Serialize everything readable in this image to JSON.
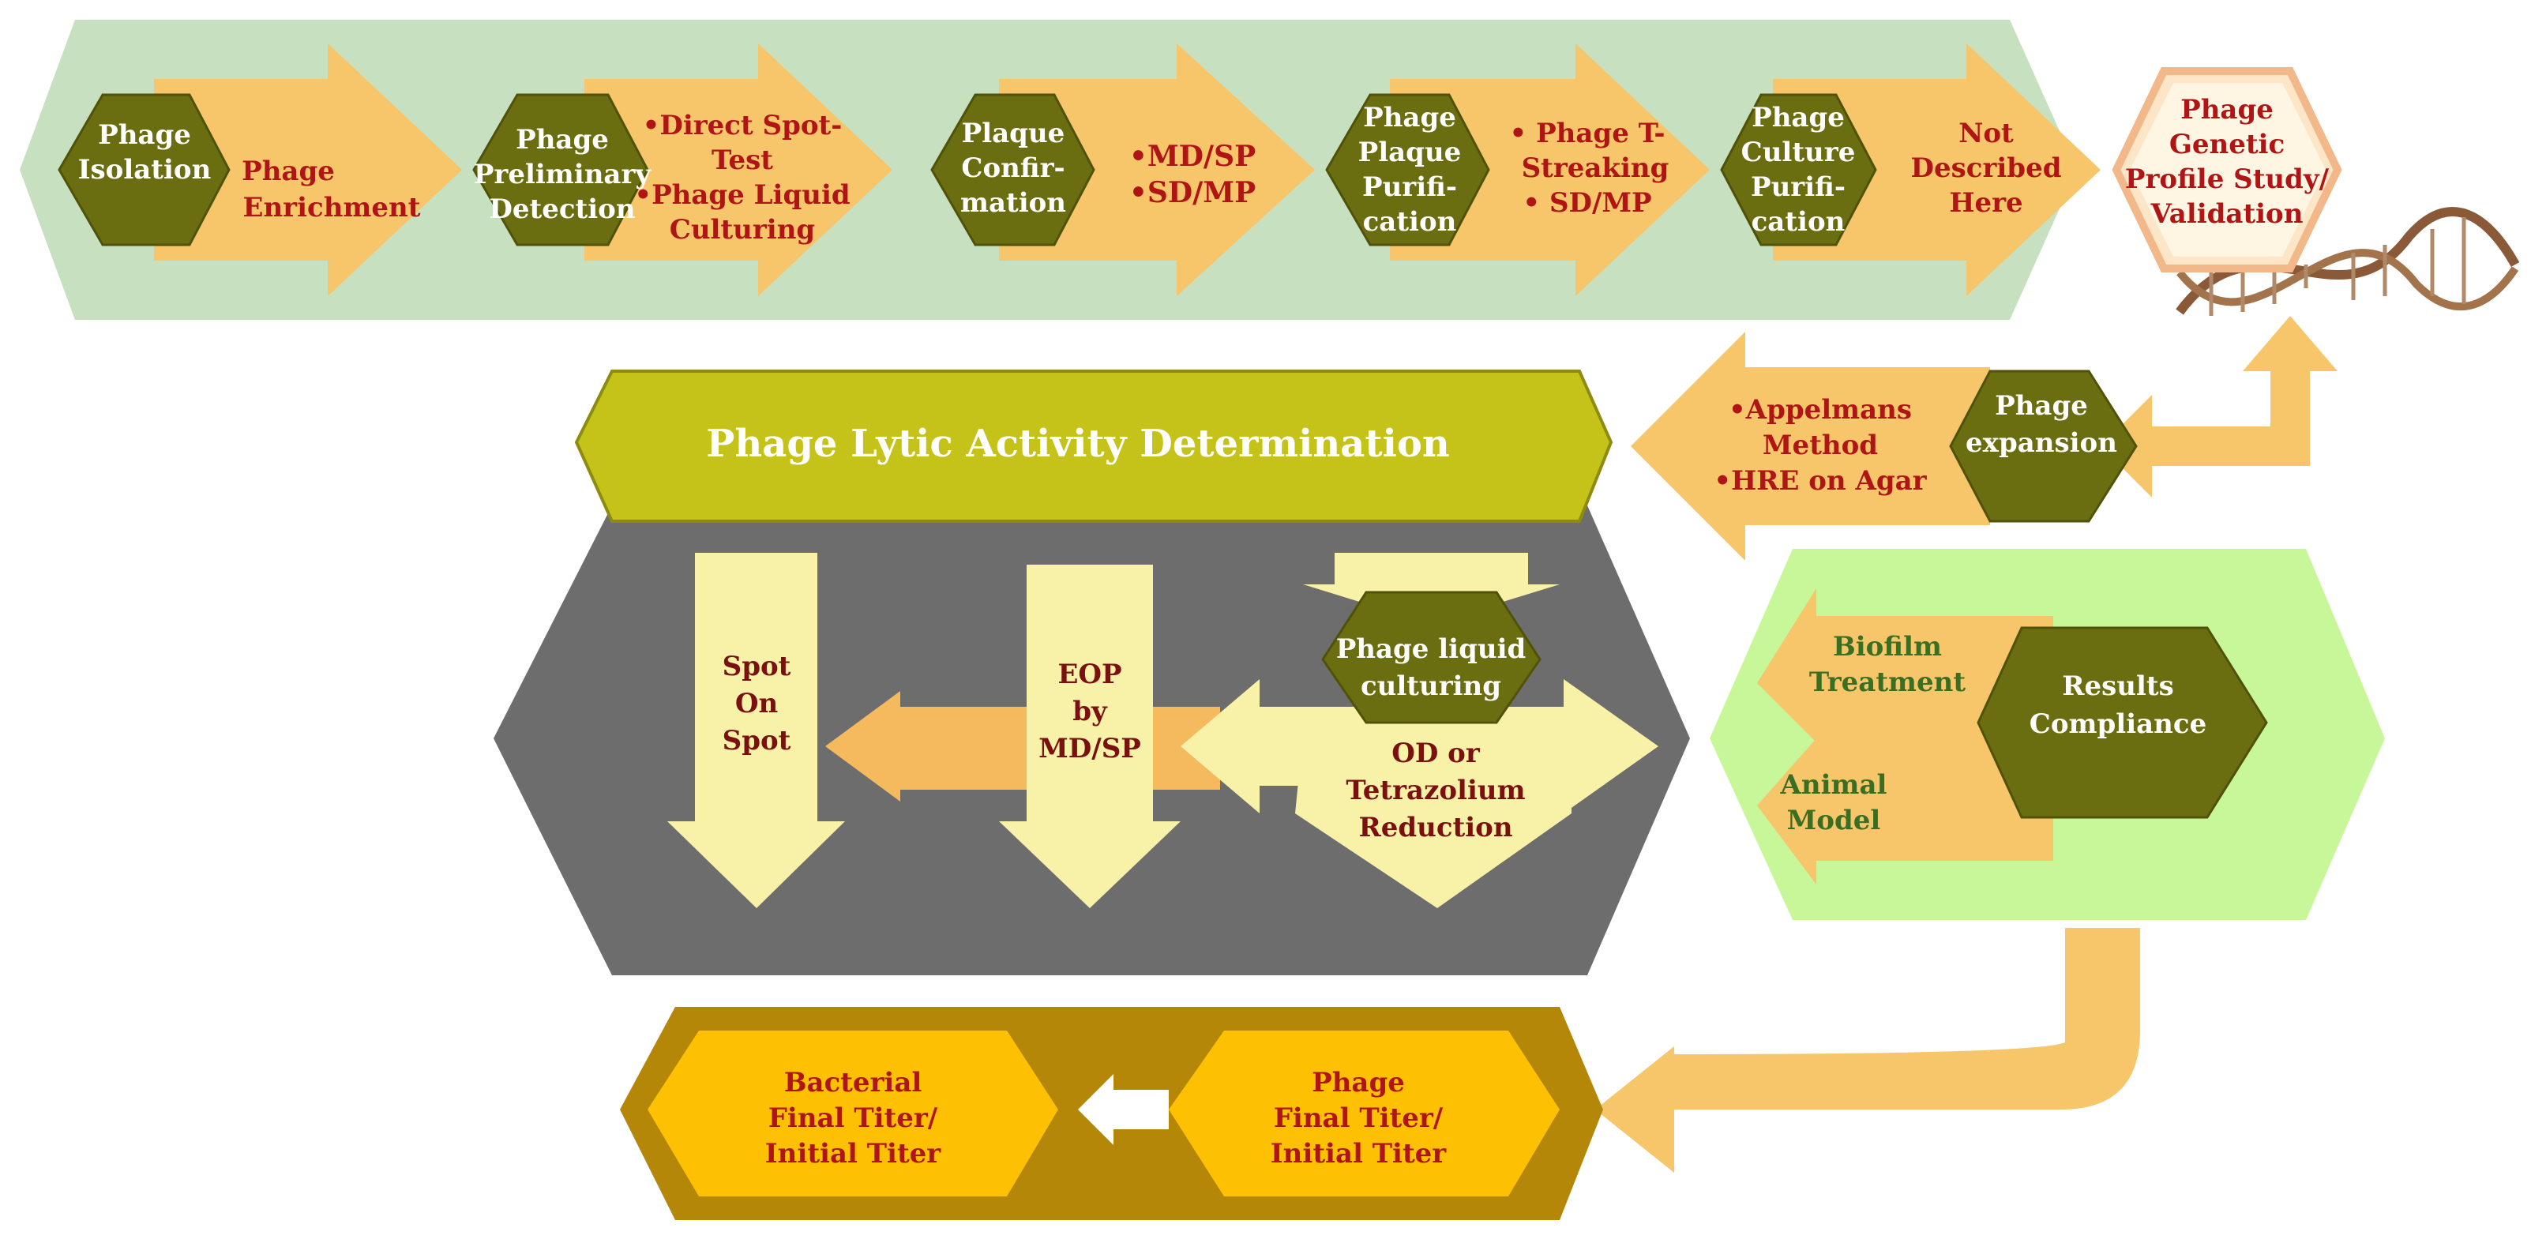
{
  "colors": {
    "pipeline_band": "#c7e0c0",
    "hex_dark": "#6b6e10",
    "arrow_orange": "#f7c56a",
    "text_red": "#b01515",
    "text_white": "#ffffff",
    "lytic_header": "#c5c21a",
    "lytic_body": "#6d6d6d",
    "pale_yellow": "#f8f2a8",
    "results_bg": "#c8f79a",
    "results_text": "#3a6e22",
    "titer_band": "#b58708",
    "titer_hex": "#fec002"
  },
  "pipeline": {
    "steps": [
      {
        "hex": [
          "Phage",
          "Isolation"
        ],
        "arrow": [
          "Phage",
          "Enrichment"
        ]
      },
      {
        "hex": [
          "Phage",
          "Preliminary",
          "Detection"
        ],
        "arrow": [
          "•Direct Spot-",
          "Test",
          "•Phage Liquid",
          "Culturing"
        ]
      },
      {
        "hex": [
          "Plaque",
          "Confir-",
          "mation"
        ],
        "arrow": [
          "•MD/SP",
          "•SD/MP"
        ]
      },
      {
        "hex": [
          "Phage",
          "Plaque",
          "Purifi-",
          "cation"
        ],
        "arrow": [
          "•  Phage T-",
          "Streaking",
          "•  SD/MP"
        ]
      },
      {
        "hex": [
          "Phage",
          "Culture",
          "Purifi-",
          "cation"
        ],
        "arrow": [
          "Not",
          "Described",
          "Here"
        ]
      }
    ],
    "genetic": [
      "Phage",
      "Genetic",
      "Profile Study/",
      "Validation"
    ],
    "dna_icon": "dna-helix-icon"
  },
  "expansion": {
    "hex": [
      "Phage",
      "expansion"
    ],
    "arrow": [
      "•Appelmans",
      "Method",
      "•HRE on Agar"
    ]
  },
  "lytic": {
    "title": "Phage Lytic  Activity Determination",
    "spot": [
      "Spot",
      "On",
      "Spot"
    ],
    "eop": [
      "EOP",
      "by",
      "MD/SP"
    ],
    "liquid_hex": [
      "Phage liquid",
      "culturing"
    ],
    "od": [
      "OD or",
      "Tetrazolium",
      "Reduction"
    ]
  },
  "results": {
    "biofilm": [
      "Biofilm",
      "Treatment"
    ],
    "animal": [
      "Animal",
      "Model"
    ],
    "hex": [
      "Results",
      "Compliance"
    ]
  },
  "titer": {
    "bacterial": [
      "Bacterial",
      "Final Titer/",
      "Initial Titer"
    ],
    "phage": [
      "Phage",
      "Final Titer/",
      "Initial Titer"
    ]
  }
}
